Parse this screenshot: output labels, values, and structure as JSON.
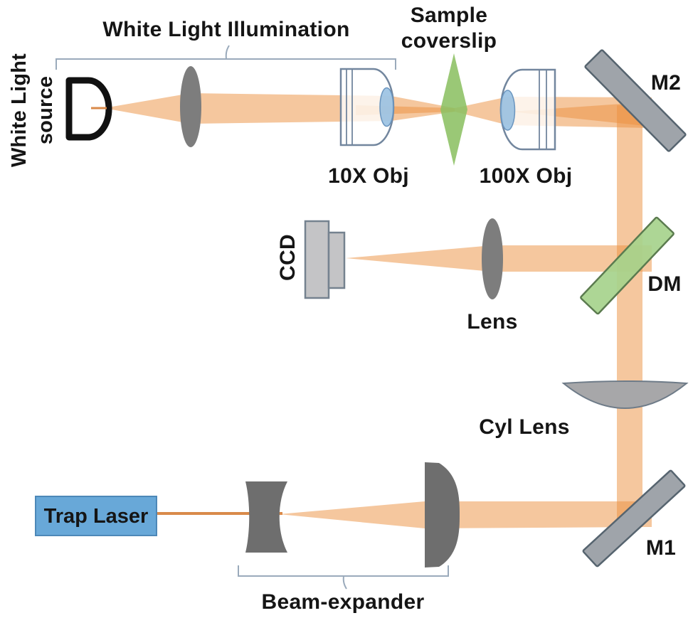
{
  "figure": {
    "title": "White Light Illumination",
    "labels": {
      "white_light_illumination": "White Light Illumination",
      "white_light_source_line1": "White Light",
      "white_light_source_line2": "source",
      "sample_line1": "Sample",
      "sample_line2": "coverslip",
      "obj_10x": "10X Obj",
      "obj_100x": "100X Obj",
      "mirror_m2": "M2",
      "dichroic_mirror": "DM",
      "ccd": "CCD",
      "lens": "Lens",
      "cyl_lens": "Cyl Lens",
      "mirror_m1": "M1",
      "trap_laser": "Trap Laser",
      "beam_expander": "Beam-expander"
    },
    "icons": {
      "lamp": "white-light-source-lamp-icon",
      "mirrors": "mirror-icon",
      "dichroic": "dichroic-mirror-icon",
      "coverslip": "sample-coverslip-icon",
      "camera": "ccd-camera-icon"
    },
    "colors": {
      "beam": "#eb8f3d",
      "laser_line": "#d98a4a",
      "lens_gray": "#7d7d7d",
      "expander_lens_gray": "#6e6e6e",
      "mirror_gray": "#9fa4aa",
      "mirror_stroke": "#56646f",
      "dichroic_green": "#a6d38c",
      "dichroic_stroke": "#5b7b4f",
      "coverslip_green": "#8cc063",
      "objective_outline": "#72869e",
      "objective_lens_blue": "#8cb9de",
      "objective_lens_stroke": "#6a95bf",
      "cyl_lens_gray": "#a7a7a9",
      "cyl_lens_stroke": "#6e7b88",
      "ccd_gray": "#c4c4c6",
      "ccd_stroke": "#75828f",
      "trap_laser_blue": "#68a8d8",
      "trap_laser_stroke": "#4d88b8",
      "bracket": "#9aaabb",
      "lamp_stroke": "#111111",
      "text": "#151515",
      "trap_laser_text": "#132740"
    }
  }
}
